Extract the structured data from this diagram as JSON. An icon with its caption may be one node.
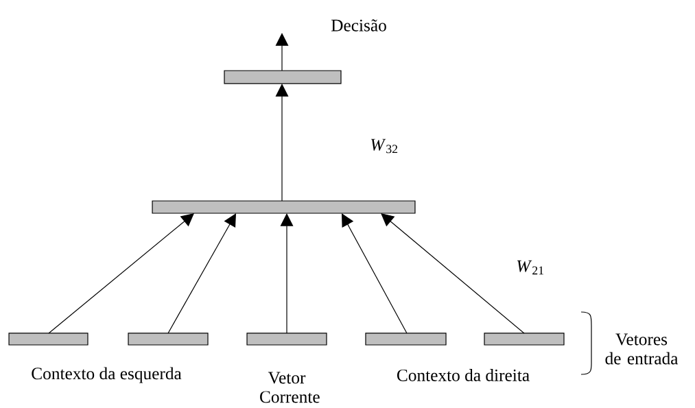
{
  "diagram": {
    "nodes": [
      {
        "text": [],
        "shape": "bar"
      },
      {
        "text": [],
        "shape": "bar"
      },
      {
        "text": [],
        "shape": "bar"
      },
      {
        "text": [],
        "shape": "bar"
      },
      {
        "text": [],
        "shape": "bar"
      },
      {
        "text": [],
        "shape": "bar"
      },
      {
        "text": [],
        "shape": "bar"
      }
    ],
    "edges": [
      {
        "from": 0,
        "to": null,
        "arrow": "to"
      },
      {
        "from": 1,
        "to": 0,
        "arrow": "to"
      },
      {
        "from": 2,
        "to": 1,
        "arrow": "to"
      },
      {
        "from": 3,
        "to": 1,
        "arrow": "to"
      },
      {
        "from": 4,
        "to": 1,
        "arrow": "to"
      },
      {
        "from": 5,
        "to": 1,
        "arrow": "to"
      },
      {
        "from": 6,
        "to": 1,
        "arrow": "to"
      }
    ],
    "labels": [
      "Decisão",
      "*W*$_{32}$",
      "*W*$_{21}$",
      "Contexto da esquerda",
      "Vetor Corrente",
      "Contexto da direita",
      "Vetores de entrada"
    ]
  }
}
